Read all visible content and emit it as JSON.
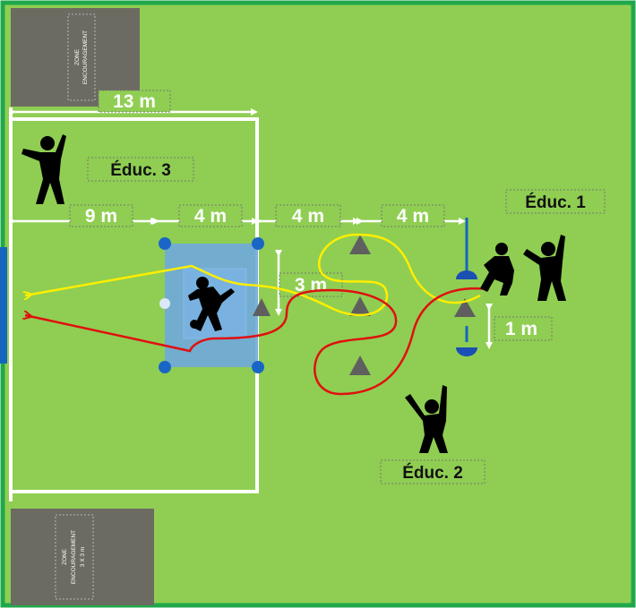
{
  "colors": {
    "grass": "#8fce52",
    "border": "#1fa84a",
    "zone": "#6b6b62",
    "box": "#6fa8dc",
    "goal_blue": "#1565c0",
    "yellow_path": "#ffee00",
    "red_path": "#e01010",
    "cone": "#5f5f5f",
    "line": "#ffffff"
  },
  "zones": {
    "top": {
      "line1": "ZONE",
      "line2": "ENCOURAGEMENT"
    },
    "bottom": {
      "line1": "ZONE",
      "line2": "ENCOURAGEMENT",
      "line3": "3 X 3 m"
    }
  },
  "measures": {
    "width_13": "13 m",
    "dist_9": "9 m",
    "dist_4a": "4 m",
    "dist_4b": "4 m",
    "dist_4c": "4 m",
    "dist_3": "3 m",
    "dist_1": "1 m"
  },
  "coaches": {
    "educ1": "Éduc. 1",
    "educ2": "Éduc. 2",
    "educ3": "Éduc. 3"
  }
}
